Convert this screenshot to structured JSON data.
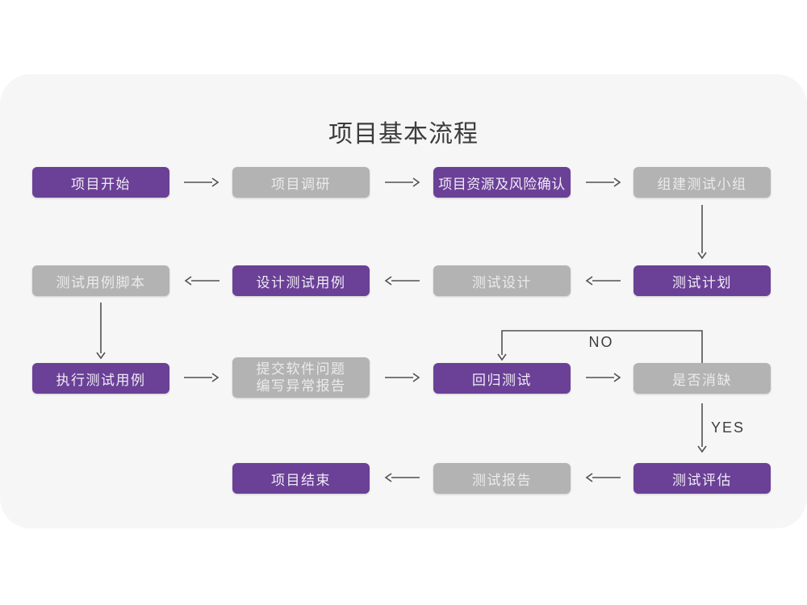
{
  "title": "项目基本流程",
  "colors": {
    "page_bg": "#ffffff",
    "card_bg": "#f6f6f6",
    "node_purple": "#6b4097",
    "node_gray": "#b4b3b4",
    "text_on_purple": "#f0ebf6",
    "text_on_gray": "#ebebeb",
    "connector": "#515151",
    "title_text": "#3c3c3c"
  },
  "labels": {
    "no": "NO",
    "yes": "YES"
  },
  "nodes": {
    "start": {
      "label": "项目开始"
    },
    "research": {
      "label": "项目调研"
    },
    "risk": {
      "label": "项目资源及风险确认"
    },
    "team": {
      "label": "组建测试小组"
    },
    "script": {
      "label": "测试用例脚本"
    },
    "design_case": {
      "label": "设计测试用例"
    },
    "test_design": {
      "label": "测试设计"
    },
    "plan": {
      "label": "测试计划"
    },
    "exec": {
      "label": "执行测试用例"
    },
    "submit": {
      "line1": "提交软件问题",
      "line2": "编写异常报告"
    },
    "regression": {
      "label": "回归测试"
    },
    "defect": {
      "label": "是否消缺"
    },
    "end": {
      "label": "项目结束"
    },
    "report": {
      "label": "测试报告"
    },
    "evaluation": {
      "label": "测试评估"
    }
  }
}
